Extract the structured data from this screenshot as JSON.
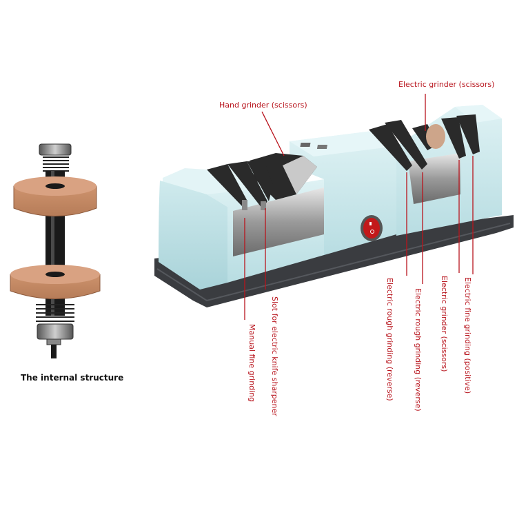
{
  "caption": "The internal structure",
  "labels": {
    "hand_grinder": "Hand grinder (scissors)",
    "electric_grinder_top": "Electric grinder (scissors)",
    "manual_fine": "Manual fine grinding",
    "slot_electric": "Slot for electric knife sharpener",
    "rough_reverse_1": "Electric rough grinding (reverse)",
    "rough_reverse_2": "Electric rough grinding (reverse)",
    "electric_grinder_scissors": "Electric grinder (scissors)",
    "fine_positive": "Electric fine grinding (positive)"
  },
  "colors": {
    "label_red": "#b8141d",
    "body_blue": "#cde9ec",
    "base_dark": "#3a3c40",
    "stone": "#c48a66"
  }
}
